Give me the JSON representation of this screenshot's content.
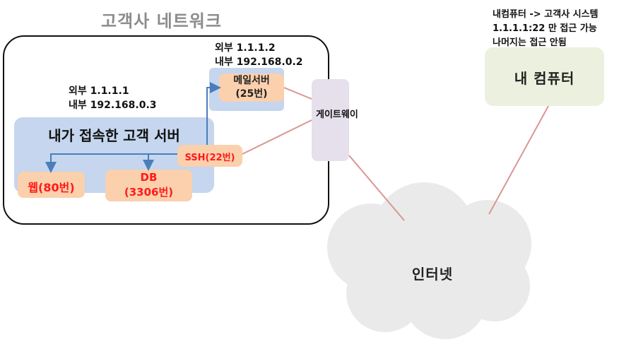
{
  "diagram": {
    "network_title": "고객사 네트워크",
    "server_title": "내가 접속한 고객 서버",
    "server_address": [
      "외부 1.1.1.1",
      "내부 192.168.0.3"
    ],
    "mail_address": [
      "외부 1.1.1.2",
      "내부 192.168.0.2"
    ],
    "mail_server": [
      "메일서버",
      "(25번)"
    ],
    "web": "웹(80번)",
    "db": [
      "DB",
      "(3306번)"
    ],
    "ssh": "SSH(22번)",
    "gateway": "게이트웨이",
    "my_computer": "내 컴퓨터",
    "internet": "인터넷",
    "note": [
      "내컴퓨터 -> 고객사 시스템",
      "1.1.1.1:22 만 접근 가능",
      "나머지는 접근 안됨"
    ]
  },
  "colors": {
    "server_group": "#c5d6ee",
    "port_box": "#fbd0ad",
    "port_text": "#ff1a1a",
    "gateway": "#e5e0ec",
    "my_computer": "#ebf1de",
    "cloud": "#eaeaea",
    "link_line": "#d99694",
    "arrow": "#4a7ebb"
  }
}
